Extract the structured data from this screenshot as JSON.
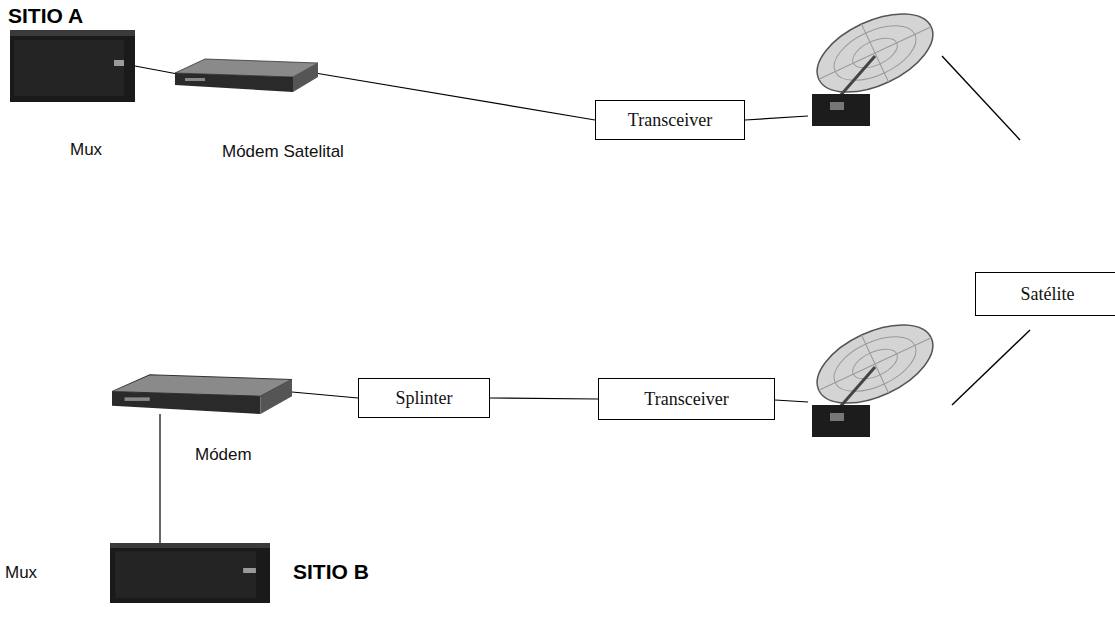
{
  "diagram": {
    "nodes": [
      {
        "text": [
          "Mux"
        ]
      },
      {
        "text": [
          "Módem Satelital"
        ]
      },
      {
        "text": [
          "Transceiver"
        ]
      },
      {
        "text": [
          "Satélite"
        ]
      },
      {
        "text": [
          "Módem"
        ]
      },
      {
        "text": [
          "Splinter"
        ]
      },
      {
        "text": [
          "Transceiver"
        ]
      },
      {
        "text": [
          "Mux"
        ]
      }
    ],
    "edges": [
      {
        "from": 0,
        "to": 1,
        "arrow": "none"
      },
      {
        "from": 1,
        "to": 2,
        "arrow": "none"
      },
      {
        "from": 4,
        "to": 5,
        "arrow": "none"
      },
      {
        "from": 5,
        "to": 6,
        "arrow": "none"
      },
      {
        "from": 4,
        "to": 7,
        "arrow": "none"
      }
    ],
    "labels": [
      "SITIO A",
      "SITIO B"
    ]
  }
}
